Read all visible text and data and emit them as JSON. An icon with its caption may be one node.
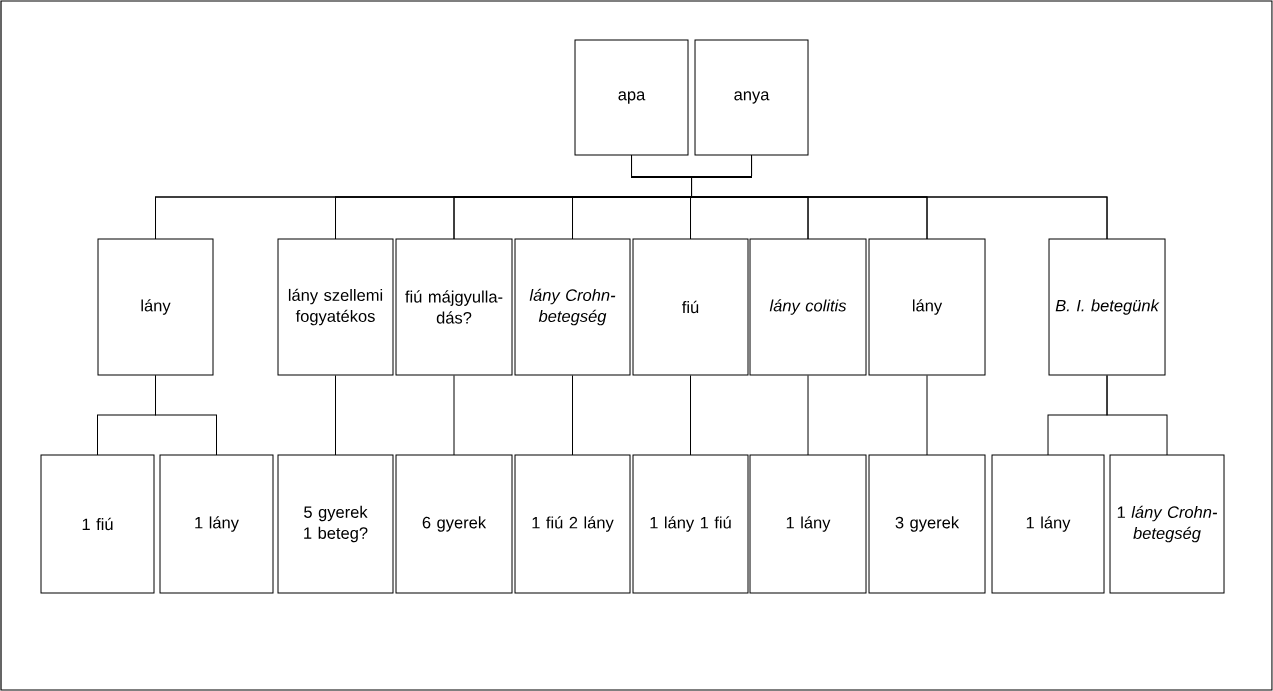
{
  "diagram": {
    "nodes": [
      {
        "text": [
          "apa"
        ]
      },
      {
        "text": [
          "anya"
        ]
      },
      {
        "text": [
          "lány"
        ]
      },
      {
        "text": [
          "lány szellemi fogyatékos"
        ]
      },
      {
        "text": [
          "fiú májgyulla-dás?"
        ]
      },
      {
        "text": [
          "lány Crohn-betegség"
        ]
      },
      {
        "text": [
          "fiú"
        ]
      },
      {
        "text": [
          "lány colitis"
        ]
      },
      {
        "text": [
          "lány"
        ]
      },
      {
        "text": [
          "B. I. betegünk"
        ]
      },
      {
        "text": [
          "1 fiú"
        ]
      },
      {
        "text": [
          "1 lány"
        ]
      },
      {
        "text": [
          "5 gyerek 1 beteg?"
        ]
      },
      {
        "text": [
          "6 gyerek"
        ]
      },
      {
        "text": [
          "1 fiú 2 lány"
        ]
      },
      {
        "text": [
          "1 lány 1 fiú"
        ]
      },
      {
        "text": [
          "1 lány"
        ]
      },
      {
        "text": [
          "3 gyerek"
        ]
      },
      {
        "text": [
          "1 lány"
        ]
      },
      {
        "text": [
          "1 *lány Crohn-betegség*"
        ]
      }
    ],
    "edges": [
      {
        "from": 0,
        "to": 2,
        "arrow": "none"
      },
      {
        "from": 1,
        "to": 2,
        "arrow": "none"
      },
      {
        "from": 0,
        "to": 3,
        "arrow": "none"
      },
      {
        "from": 1,
        "to": 3,
        "arrow": "none"
      },
      {
        "from": 0,
        "to": 4,
        "arrow": "none"
      },
      {
        "from": 1,
        "to": 4,
        "arrow": "none"
      },
      {
        "from": 0,
        "to": 5,
        "arrow": "none"
      },
      {
        "from": 1,
        "to": 5,
        "arrow": "none"
      },
      {
        "from": 0,
        "to": 6,
        "arrow": "none"
      },
      {
        "from": 1,
        "to": 6,
        "arrow": "none"
      },
      {
        "from": 0,
        "to": 7,
        "arrow": "none"
      },
      {
        "from": 1,
        "to": 7,
        "arrow": "none"
      },
      {
        "from": 0,
        "to": 8,
        "arrow": "none"
      },
      {
        "from": 1,
        "to": 8,
        "arrow": "none"
      },
      {
        "from": 0,
        "to": 9,
        "arrow": "none"
      },
      {
        "from": 1,
        "to": 9,
        "arrow": "none"
      },
      {
        "from": 2,
        "to": 10,
        "arrow": "none"
      },
      {
        "from": 2,
        "to": 11,
        "arrow": "none"
      },
      {
        "from": 3,
        "to": 12,
        "arrow": "none"
      },
      {
        "from": 4,
        "to": 13,
        "arrow": "none"
      },
      {
        "from": 5,
        "to": 14,
        "arrow": "none"
      },
      {
        "from": 6,
        "to": 15,
        "arrow": "none"
      },
      {
        "from": 7,
        "to": 16,
        "arrow": "none"
      },
      {
        "from": 8,
        "to": 17,
        "arrow": "none"
      },
      {
        "from": 9,
        "to": 18,
        "arrow": "none"
      },
      {
        "from": 9,
        "to": 19,
        "arrow": "none"
      }
    ]
  }
}
